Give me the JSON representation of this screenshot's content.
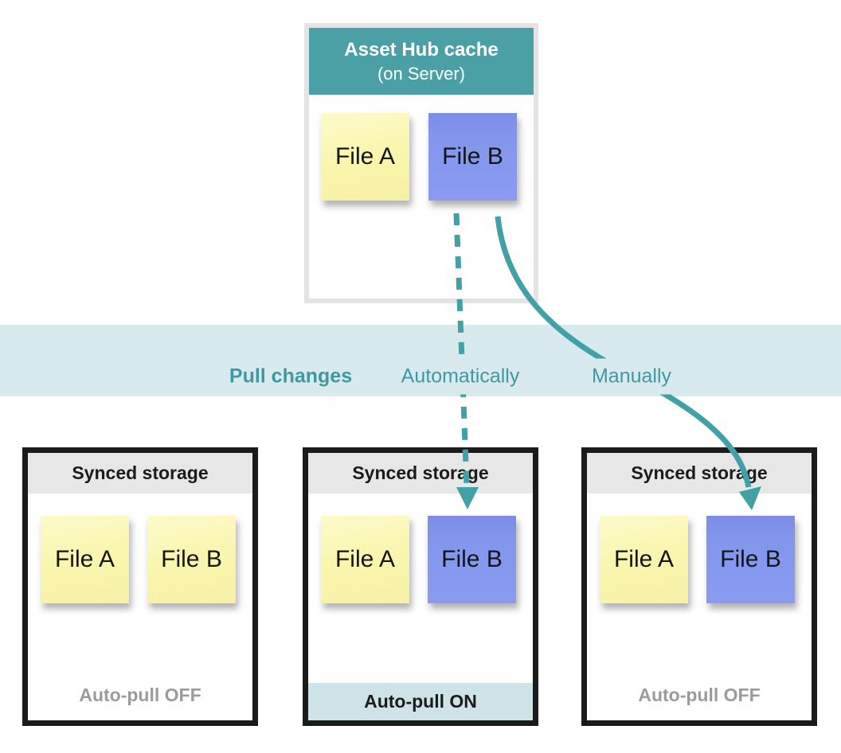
{
  "colors": {
    "teal_header": "#4aa0a5",
    "teal_line": "#42a1a7",
    "teal_text": "#3f99a1",
    "band_bg": "#d9eaee",
    "on_band_bg": "#cde3e7",
    "note_yellow": "#faf6b0",
    "note_blue": "#8396ec",
    "storage_header_bg": "#e7e7e7",
    "storage_border": "#1b1b1b",
    "off_text": "#9b9b9b",
    "server_border": "#e4e4e4"
  },
  "server_box": {
    "title": "Asset Hub cache",
    "subtitle": "(on Server)",
    "notes": [
      {
        "label": "File A",
        "color": "yellow"
      },
      {
        "label": "File B",
        "color": "blue"
      }
    ]
  },
  "band": {
    "title": "Pull changes",
    "auto_label": "Automatically",
    "manual_label": "Manually"
  },
  "storages": [
    {
      "title": "Synced storage",
      "notes": [
        {
          "label": "File A",
          "color": "yellow"
        },
        {
          "label": "File B",
          "color": "yellow"
        }
      ],
      "footer": "Auto-pull OFF",
      "footer_state": "off"
    },
    {
      "title": "Synced storage",
      "notes": [
        {
          "label": "File A",
          "color": "yellow"
        },
        {
          "label": "File B",
          "color": "blue"
        }
      ],
      "footer": "Auto-pull ON",
      "footer_state": "on"
    },
    {
      "title": "Synced storage",
      "notes": [
        {
          "label": "File A",
          "color": "yellow"
        },
        {
          "label": "File B",
          "color": "blue"
        }
      ],
      "footer": "Auto-pull OFF",
      "footer_state": "off"
    }
  ]
}
